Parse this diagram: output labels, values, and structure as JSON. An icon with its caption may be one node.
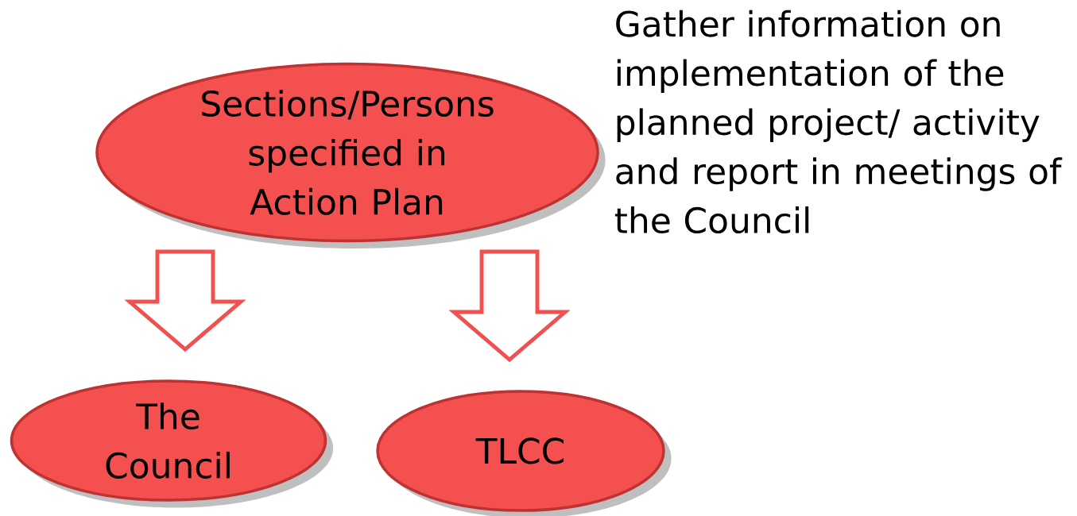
{
  "diagram": {
    "nodes": [
      {
        "text": [
          "Sections/Persons specified in Action Plan"
        ]
      },
      {
        "text": [
          "The Council"
        ]
      },
      {
        "text": [
          "TLCC"
        ]
      }
    ],
    "edges": [
      {
        "from": 0,
        "to": 1,
        "arrow": "to"
      },
      {
        "from": 0,
        "to": 2,
        "arrow": "to"
      }
    ],
    "labels": [
      "Gather information on implementation of the planned project/ activity and report in meetings of the Council"
    ]
  }
}
